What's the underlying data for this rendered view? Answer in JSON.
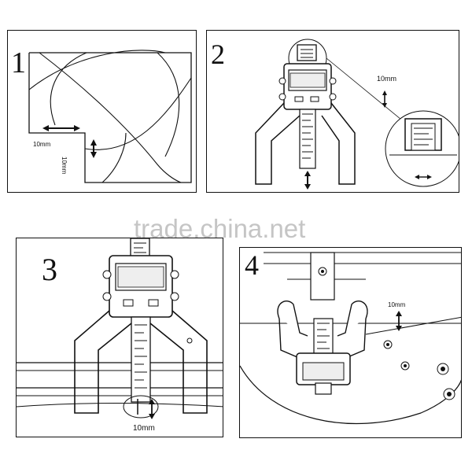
{
  "panels": [
    {
      "number": "1",
      "labels": {
        "horizontal": "10mm",
        "vertical": "10mm"
      }
    },
    {
      "number": "2",
      "labels": {
        "offset": "10mm"
      }
    },
    {
      "number": "3",
      "labels": {
        "depth": "10mm"
      }
    },
    {
      "number": "4",
      "labels": {
        "height": "10mm"
      }
    }
  ],
  "watermark": "trade.china.net"
}
